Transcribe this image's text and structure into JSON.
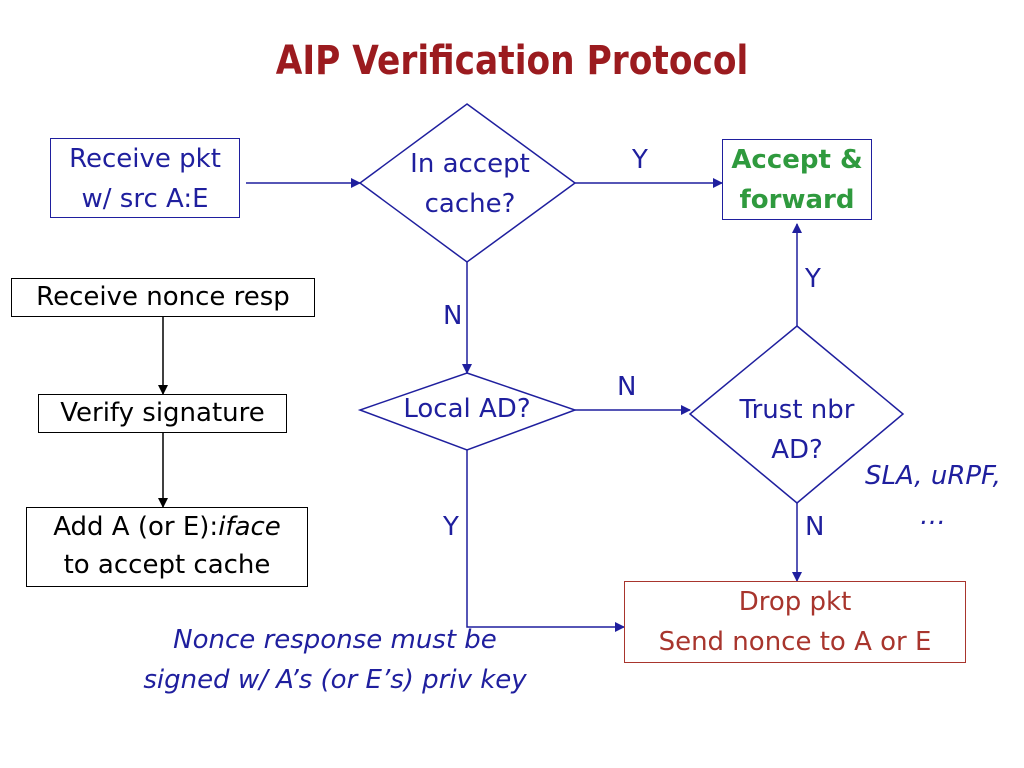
{
  "title": "AIP Verification Protocol",
  "colors": {
    "title": "#9b1b1f",
    "flow": "#1f1f9e",
    "accept_text": "#2f9a3e",
    "drop": "#a8352d",
    "black": "#000000"
  },
  "boxes": {
    "receive_pkt": [
      "Receive pkt",
      "w/ src A:E"
    ],
    "receive_nonce": "Receive nonce resp",
    "verify_signature": "Verify signature",
    "add_accept": {
      "prefix": "Add A (or E):",
      "italic": "iface",
      "line2": "to accept cache"
    },
    "accept_forward": [
      "Accept &",
      "forward"
    ],
    "drop_pkt": [
      "Drop pkt",
      "Send nonce to A or E"
    ]
  },
  "decisions": {
    "in_accept_cache": [
      "In accept",
      "cache?"
    ],
    "local_ad": "Local AD?",
    "trust_nbr": [
      "Trust nbr",
      "AD?"
    ]
  },
  "labels": {
    "y_cache": "Y",
    "n_cache": "N",
    "n_local": "N",
    "y_local": "Y",
    "y_trust": "Y",
    "n_trust": "N"
  },
  "notes": {
    "sla": [
      "SLA, uRPF,",
      "…"
    ],
    "nonce_response": [
      "Nonce response must be",
      "signed w/ A’s (or E’s) priv key"
    ]
  }
}
